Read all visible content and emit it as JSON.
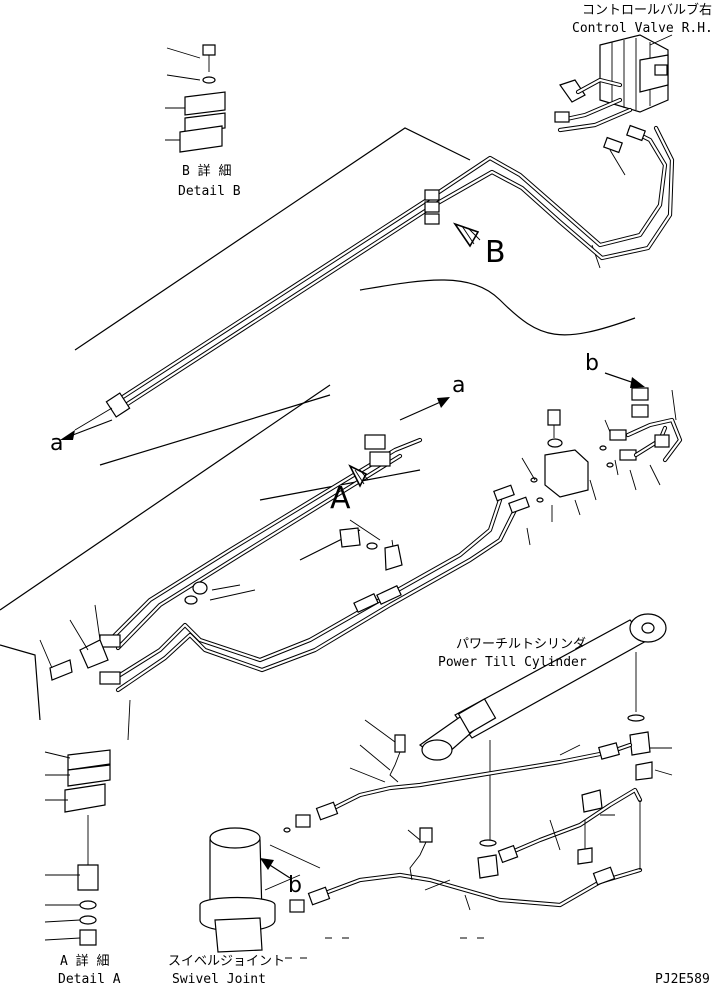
{
  "labels": {
    "control_valve_jp": "コントロールバルブ右",
    "control_valve_en": "Control Valve R.H.",
    "detail_b_jp": "B 詳 細",
    "detail_b_en": "Detail B",
    "detail_a_jp": "A 詳 細",
    "detail_a_en": "Detail A",
    "cylinder_jp": "パワーチルトシリンダ",
    "cylinder_en": "Power Till Cylinder",
    "swivel_jp": "スイベルジョイント",
    "swivel_en": "Swivel Joint",
    "view_b": "B",
    "view_a": "A",
    "ref_a_left": "a",
    "ref_a_right": "a",
    "ref_b_right": "b",
    "ref_b_swivel": "b",
    "drawing_no": "PJ2E589"
  }
}
